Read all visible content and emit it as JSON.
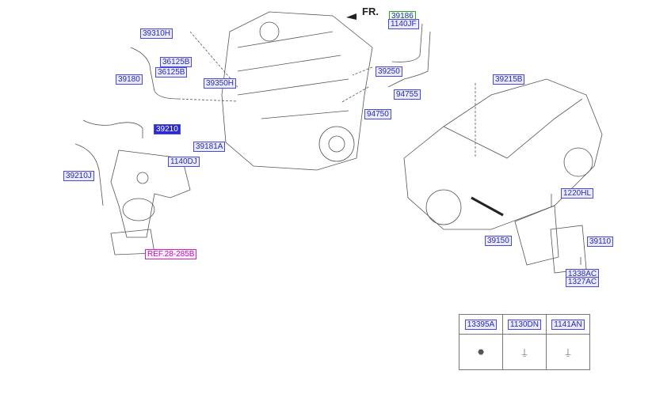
{
  "direction_label": "FR.",
  "labels": {
    "l39310H": "39310H",
    "l36125B_1": "36125B",
    "l36125B_2": "36125B",
    "l39180": "39180",
    "l39350H": "39350H",
    "l39210": "39210",
    "l39181A": "39181A",
    "l1140DJ": "1140DJ",
    "l39210J": "39210J",
    "ref": "REF.28-285B",
    "l39186": "39186",
    "l1140JF": "1140JF",
    "l39250": "39250",
    "l94755": "94755",
    "l94750": "94750",
    "l39215B": "39215B",
    "l1220HL": "1220HL",
    "l39150": "39150",
    "l39110": "39110",
    "l1338AC": "1338AC",
    "l1327AC": "1327AC"
  },
  "parts_table": [
    "13395A",
    "1130DN",
    "1141AN"
  ],
  "colors": {
    "label_border": "#4a4ad8",
    "selected": "#2b2bd0",
    "ref": "#d020c0"
  }
}
